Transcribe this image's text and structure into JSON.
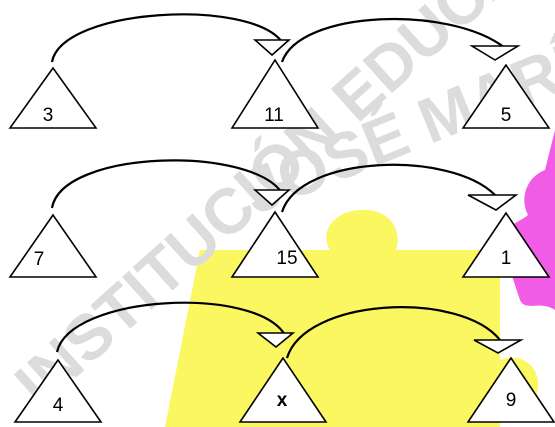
{
  "watermark": {
    "line1": "INSTITUCIÓN EDUCATIVA",
    "line2": "JOSÉ MARÍA"
  },
  "rows": [
    {
      "left": "3",
      "middle": "11",
      "right": "5"
    },
    {
      "left": "7",
      "middle": "15",
      "right": "1"
    },
    {
      "left": "4",
      "middle": "x",
      "right": "9"
    }
  ],
  "colors": {
    "puzzle_yellow": "#fbf760",
    "puzzle_magenta": "#f05ce6",
    "watermark_gray": "#dcdcdc"
  }
}
